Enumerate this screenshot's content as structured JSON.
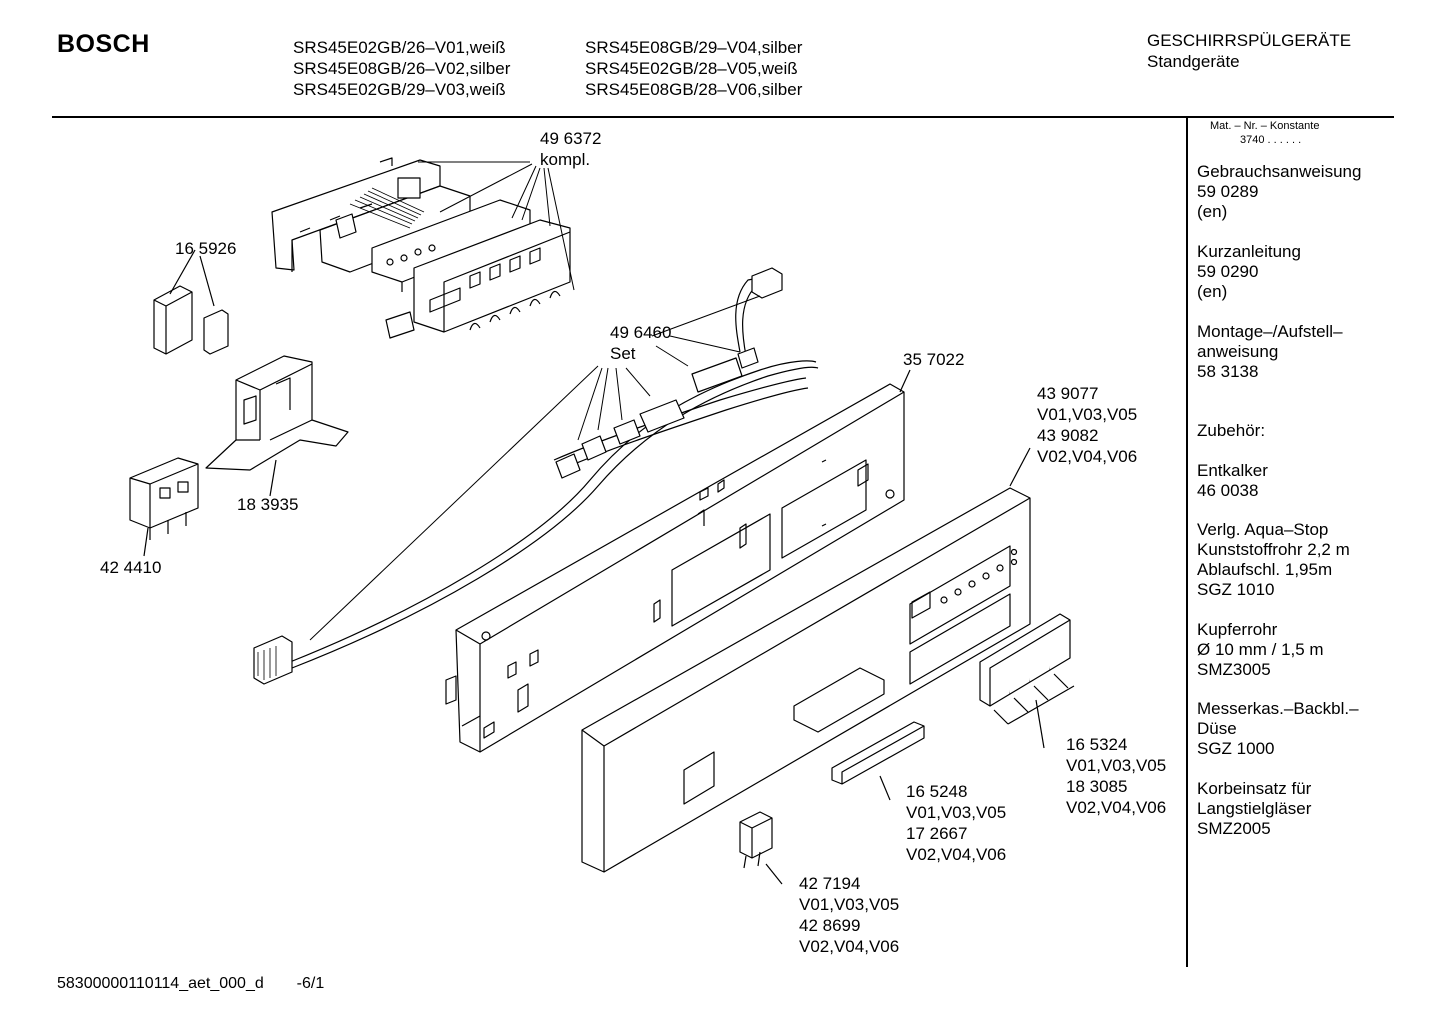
{
  "header": {
    "brand": "BOSCH",
    "models_col1": [
      "SRS45E02GB/26–V01,weiß",
      "SRS45E08GB/26–V02,silber",
      "SRS45E02GB/29–V03,weiß"
    ],
    "models_col2": [
      "SRS45E08GB/29–V04,silber",
      "SRS45E02GB/28–V05,weiß",
      "SRS45E08GB/28–V06,silber"
    ],
    "category": "GESCHIRRSPÜLGERÄTE",
    "subcategory": "Standgeräte"
  },
  "sidebar": {
    "mat_header": "Mat. – Nr. – Konstante",
    "mat_value": "3740 . . . . . .",
    "blocks": [
      [
        "Gebrauchsanweisung",
        "59 0289",
        "(en)"
      ],
      [
        "Kurzanleitung",
        "59 0290",
        "(en)"
      ],
      [
        "Montage–/Aufstell–",
        "anweisung",
        "58 3138"
      ],
      [
        "Zubehör:"
      ],
      [
        "Entkalker",
        "46 0038"
      ],
      [
        "Verlg. Aqua–Stop",
        "Kunststoffrohr 2,2 m",
        "Ablaufschl. 1,95m",
        "SGZ 1010"
      ],
      [
        "Kupferrohr",
        "Ø 10 mm / 1,5 m",
        "SMZ3005"
      ],
      [
        "Messerkas.–Backbl.–",
        "Düse",
        "SGZ 1000"
      ],
      [
        "Korbeinsatz für",
        "Langstielgläser",
        "SMZ2005"
      ]
    ]
  },
  "parts": {
    "p496372": [
      "49 6372",
      "kompl."
    ],
    "p165926": [
      "16 5926"
    ],
    "p183935": [
      "18 3935"
    ],
    "p424410": [
      "42 4410"
    ],
    "p496460": [
      "49 6460",
      "Set"
    ],
    "p357022": [
      "35 7022"
    ],
    "p439077": [
      "43 9077",
      "V01,V03,V05",
      "43 9082",
      "V02,V04,V06"
    ],
    "p165324": [
      "16 5324",
      "V01,V03,V05",
      "18 3085",
      "V02,V04,V06"
    ],
    "p165248": [
      "16 5248",
      "V01,V03,V05",
      "17 2667",
      "V02,V04,V06"
    ],
    "p427194": [
      "42 7194",
      "V01,V03,V05",
      "42 8699",
      "V02,V04,V06"
    ]
  },
  "footer": {
    "doc_id": "58300000110114_aet_000_d",
    "page": "-6/1"
  }
}
